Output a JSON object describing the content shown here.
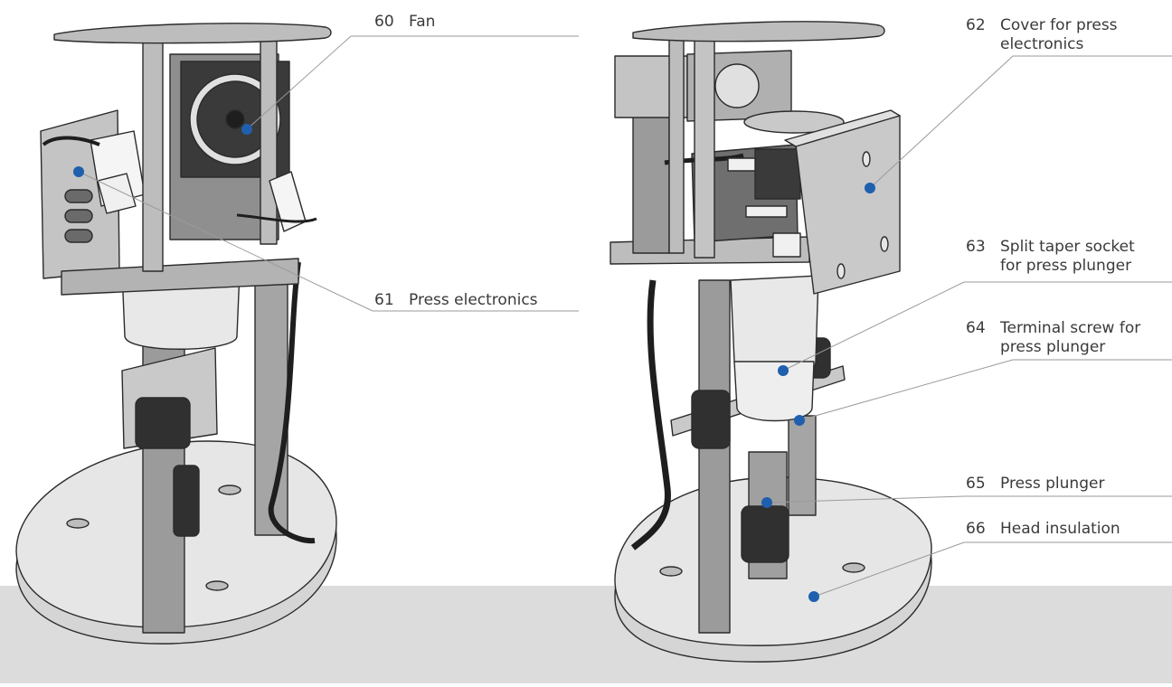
{
  "colors": {
    "marker": "#1f5fae",
    "leader_line": "#9a9a9a",
    "floor": "#dcdcdc",
    "metal_light": "#d9d9d9",
    "metal_mid": "#bdbdbd",
    "metal_dark": "#8f8f8f",
    "rod": "#9b9b9b",
    "black_part": "#303030",
    "outline": "#2b2b2b"
  },
  "callouts": [
    {
      "number": "60",
      "text": "Fan"
    },
    {
      "number": "61",
      "text": "Press electronics"
    },
    {
      "number": "62",
      "text": "Cover for press\nelectronics"
    },
    {
      "number": "63",
      "text": "Split taper socket\nfor press plunger"
    },
    {
      "number": "64",
      "text": "Terminal screw for\npress plunger"
    },
    {
      "number": "65",
      "text": "Press plunger"
    },
    {
      "number": "66",
      "text": "Head insulation"
    }
  ]
}
